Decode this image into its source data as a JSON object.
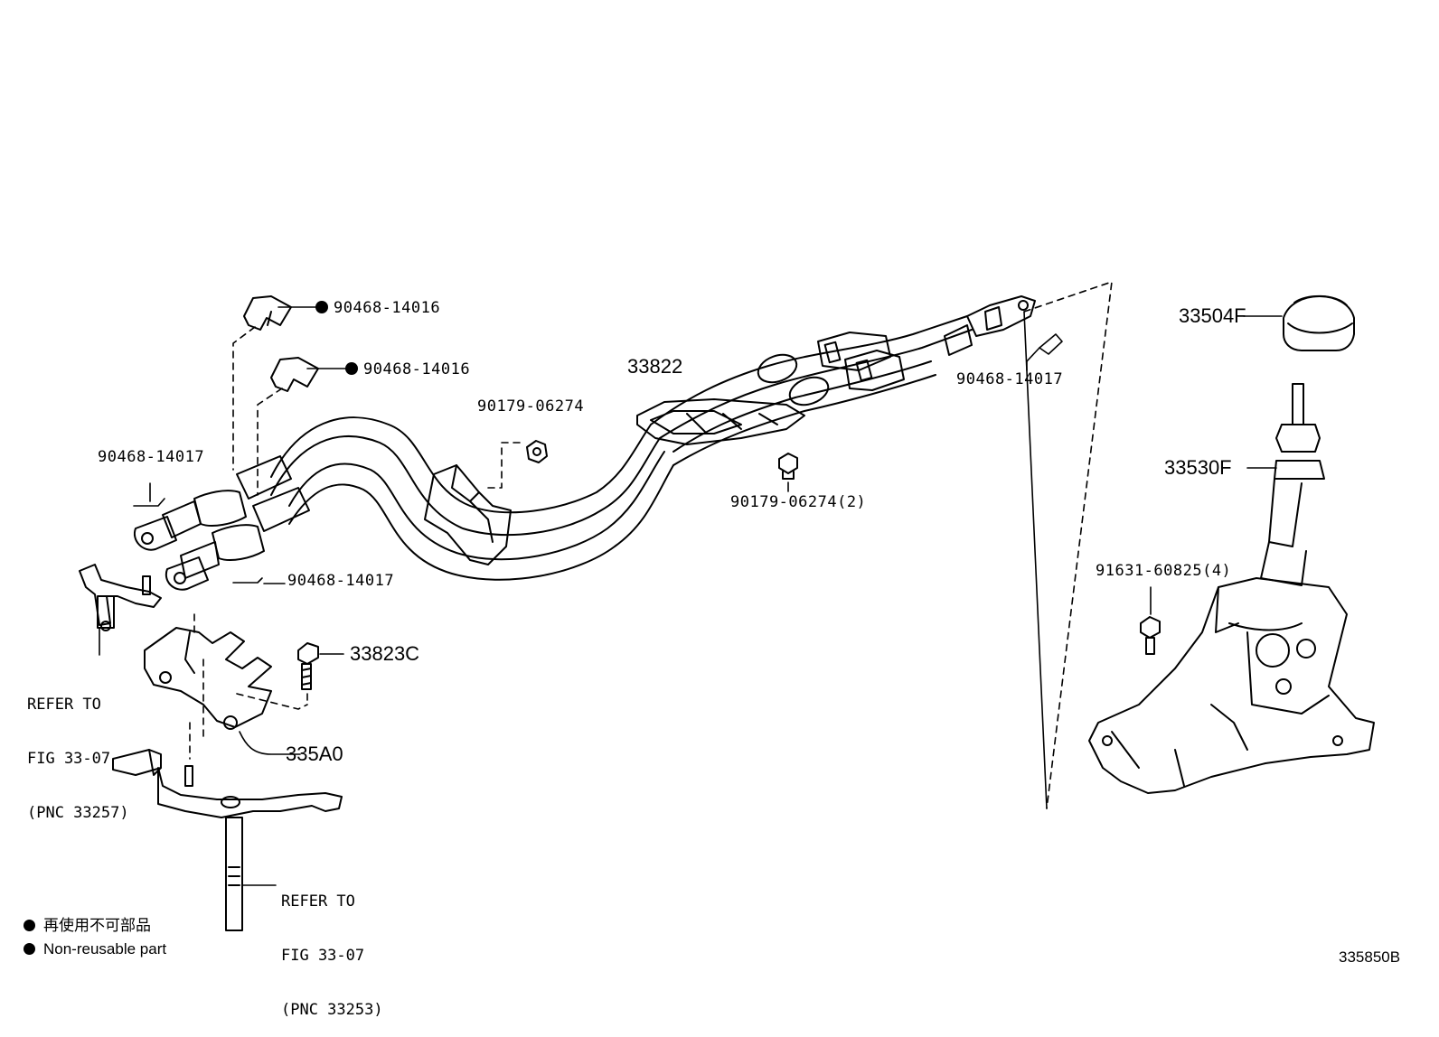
{
  "labels": {
    "clip_a": "90468-14016",
    "clip_b": "90468-14016",
    "pin_left": "90468-14017",
    "pin_mid": "90468-14017",
    "pin_right": "90468-14017",
    "nut_a": "90179-06274",
    "nut_b": "90179-06274(2)",
    "cable": "33822",
    "bolt_c": "33823C",
    "bracket": "335A0",
    "knob": "33504F",
    "lever": "33530F",
    "bolt_4": "91631-60825(4)"
  },
  "refs": {
    "ref_upper": {
      "line1": "REFER TO",
      "line2": "FIG 33-07",
      "line3": "(PNC 33257)"
    },
    "ref_lower": {
      "line1": "REFER TO",
      "line2": "FIG 33-07",
      "line3": "(PNC 33253)"
    }
  },
  "legend": {
    "jp": "再使用不可部品",
    "en": "Non-reusable part"
  },
  "figure_code": "335850B"
}
